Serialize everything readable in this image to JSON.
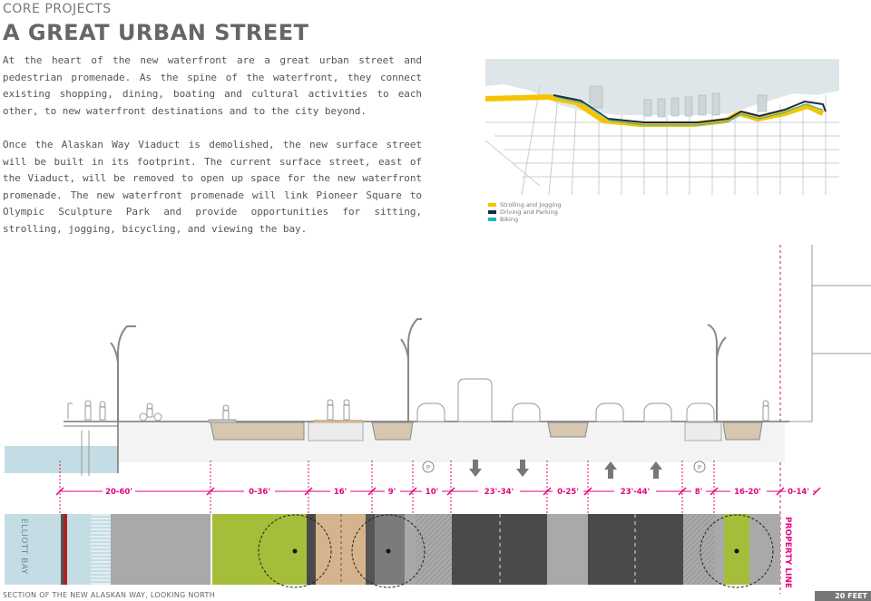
{
  "header": {
    "kicker": "CORE PROJECTS",
    "title": "A GREAT URBAN STREET"
  },
  "body": {
    "paragraph_1": "At the heart of the new waterfront are a great urban street and pedestrian promenade. As the spine of the waterfront, they connect existing shopping, dining, boating and cultural activities to each other, to new waterfront destinations and to the city beyond.",
    "paragraph_2": "Once the Alaskan Way Viaduct is demolished, the new surface street will be built in its footprint. The current surface street, east of the Viaduct, will be removed to open up space for the new waterfront promenade. The new waterfront promenade will link Pioneer Square to Olympic Sculpture Park and provide opportunities for sitting, strolling, jogging, bicycling, and viewing the bay."
  },
  "map": {
    "legend": [
      {
        "label": "Strolling and Jogging",
        "color": "#f5c400"
      },
      {
        "label": "Driving and Parking",
        "color": "#1e2a4a"
      },
      {
        "label": "Biking",
        "color": "#19b5c8"
      }
    ],
    "water_color": "#dfe6ea"
  },
  "section": {
    "dimensions": [
      "20-60'",
      "0-36'",
      "16'",
      "9'",
      "10'",
      "23'-34'",
      "0-25'",
      "23'-44'",
      "8'",
      "16-20'",
      "0-14'"
    ],
    "water_label": "ELLIOTT BAY",
    "property_line_label": "PROPERTY LINE",
    "parking_symbol": "P",
    "colors": {
      "magenta": "#e6007e",
      "green": "#a5be3a",
      "tan": "#d5b48d",
      "asphalt": "#4a4a4a",
      "gray": "#a9a9a9",
      "water": "#c4dde5"
    }
  },
  "footer": {
    "caption": "SECTION OF THE NEW ALASKAN WAY, LOOKING NORTH",
    "scale": "20 FEET"
  }
}
